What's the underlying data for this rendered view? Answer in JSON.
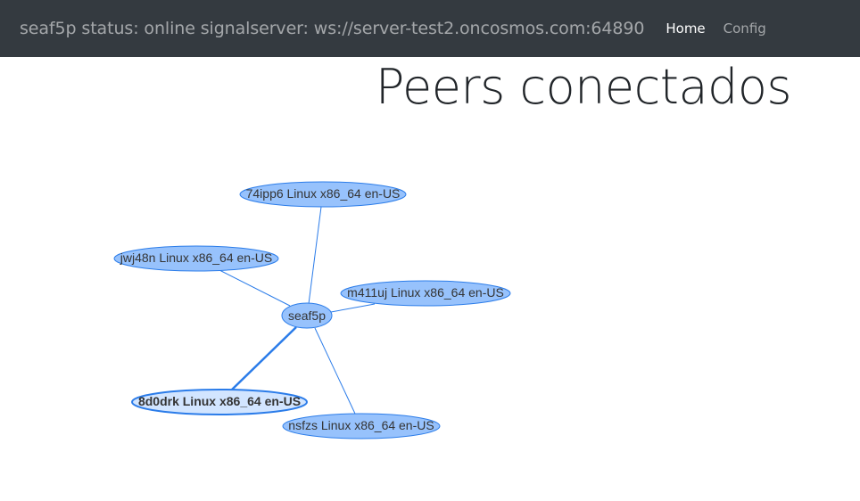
{
  "navbar": {
    "brand": "seaf5p status: online signalserver: ws://server-test2.oncosmos.com:64890",
    "links": [
      {
        "label": "Home",
        "active": true
      },
      {
        "label": "Config",
        "active": false
      }
    ]
  },
  "page": {
    "title": "Peers conectados"
  },
  "graph": {
    "colors": {
      "node_fill": "#97c2fc",
      "node_border": "#2b7ce9",
      "selected_fill": "#d2e5ff",
      "edge": "#2b7ce9"
    },
    "nodes": [
      {
        "id": "seaf5p",
        "label": "seaf5p",
        "selected": false
      },
      {
        "id": "74ipp6",
        "label": "74ipp6 Linux x86_64 en-US",
        "selected": false
      },
      {
        "id": "jwj48n",
        "label": "jwj48n Linux x86_64 en-US",
        "selected": false
      },
      {
        "id": "m411uj",
        "label": "m411uj Linux x86_64 en-US",
        "selected": false
      },
      {
        "id": "8d0drk",
        "label": "8d0drk Linux x86_64 en-US",
        "selected": true
      },
      {
        "id": "nsfzs",
        "label": "nsfzs Linux x86_64 en-US",
        "selected": false
      }
    ],
    "edges": [
      {
        "from": "seaf5p",
        "to": "74ipp6"
      },
      {
        "from": "seaf5p",
        "to": "jwj48n"
      },
      {
        "from": "seaf5p",
        "to": "m411uj"
      },
      {
        "from": "seaf5p",
        "to": "8d0drk"
      },
      {
        "from": "seaf5p",
        "to": "nsfzs"
      }
    ]
  }
}
